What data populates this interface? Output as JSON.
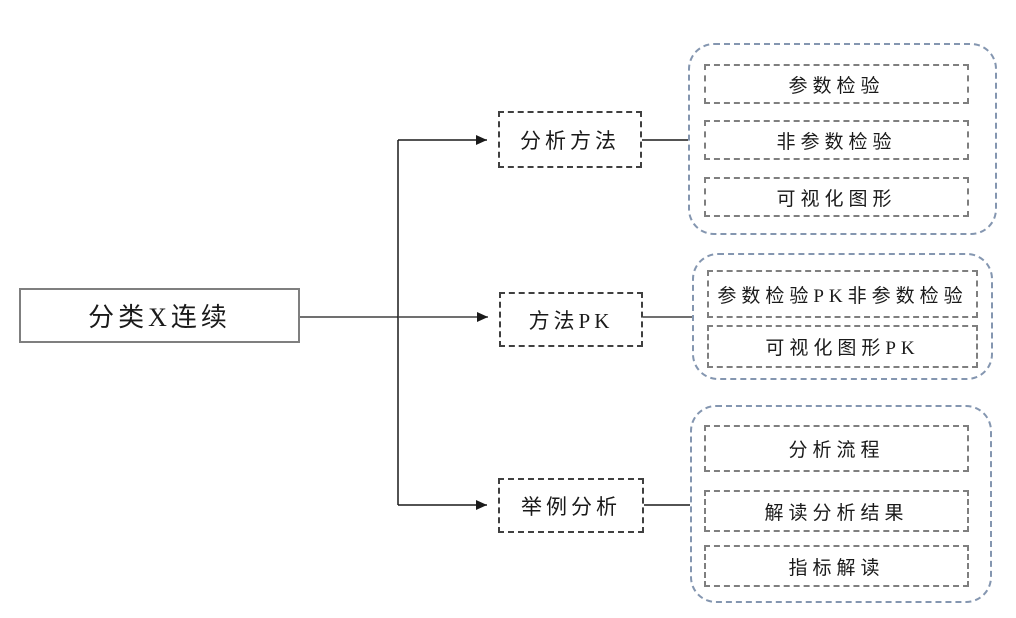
{
  "diagram": {
    "root": {
      "label": "分类X连续"
    },
    "branches": [
      {
        "label": "分析方法",
        "children": [
          "参数检验",
          "非参数检验",
          "可视化图形"
        ]
      },
      {
        "label": "方法PK",
        "children": [
          "参数检验PK非参数检验",
          "可视化图形PK"
        ]
      },
      {
        "label": "举例分析",
        "children": [
          "分析流程",
          "解读分析结果",
          "指标解读"
        ]
      }
    ],
    "colors": {
      "group_border": "#8496b0",
      "item_border": "#7f7f7f",
      "node_border": "#404040",
      "root_border": "#7f7f7f",
      "line": "#1a1a1a"
    }
  }
}
